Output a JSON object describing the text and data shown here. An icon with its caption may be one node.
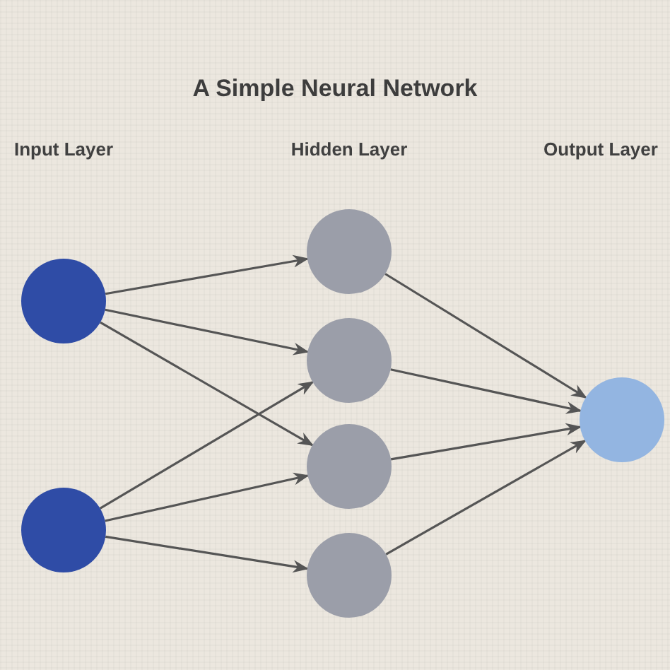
{
  "diagram": {
    "title": "A Simple Neural Network",
    "nodes": [
      {
        "text": [],
        "shape": "circle"
      },
      {
        "text": [],
        "shape": "circle"
      },
      {
        "text": [],
        "shape": "circle"
      },
      {
        "text": [],
        "shape": "circle"
      },
      {
        "text": [],
        "shape": "circle"
      },
      {
        "text": [],
        "shape": "circle"
      },
      {
        "text": [],
        "shape": "circle"
      }
    ],
    "edges": [
      {
        "from": 0,
        "to": 2,
        "arrow": "to"
      },
      {
        "from": 0,
        "to": 3,
        "arrow": "to"
      },
      {
        "from": 0,
        "to": 4,
        "arrow": "to"
      },
      {
        "from": 1,
        "to": 3,
        "arrow": "to"
      },
      {
        "from": 1,
        "to": 4,
        "arrow": "to"
      },
      {
        "from": 1,
        "to": 5,
        "arrow": "to"
      },
      {
        "from": 2,
        "to": 6,
        "arrow": "to"
      },
      {
        "from": 3,
        "to": 6,
        "arrow": "to"
      },
      {
        "from": 4,
        "to": 6,
        "arrow": "to"
      },
      {
        "from": 5,
        "to": 6,
        "arrow": "to"
      }
    ],
    "labels": [
      "Input Layer",
      "Hidden Layer",
      "Output Layer"
    ]
  }
}
